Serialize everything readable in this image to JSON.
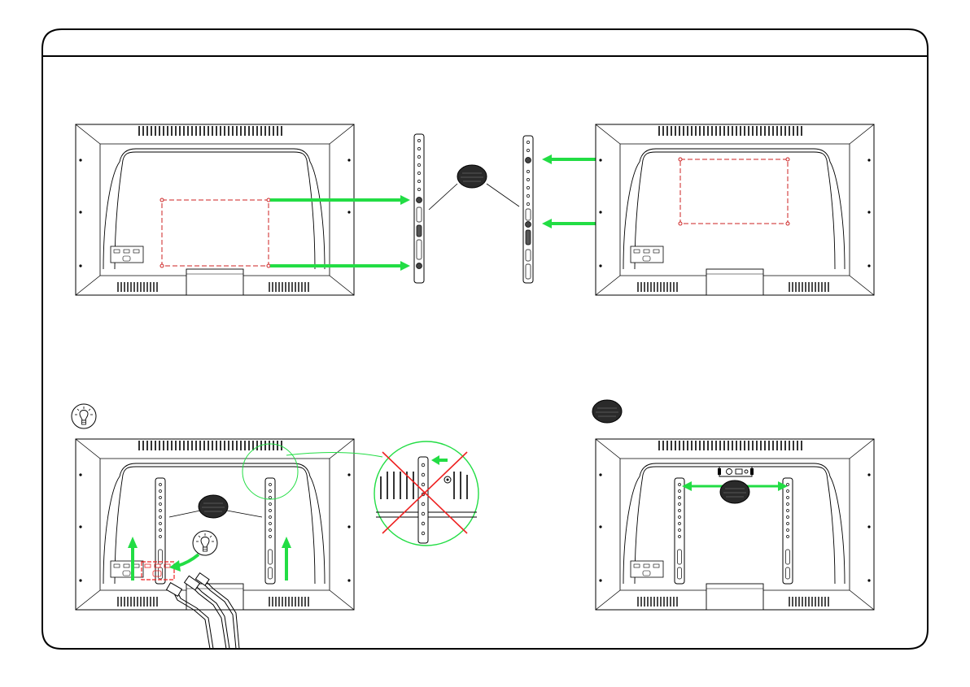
{
  "header": {
    "title": ""
  },
  "steps": [
    {
      "id": "attach-brackets",
      "text": ""
    },
    {
      "id": "cable-clearance",
      "text": ""
    },
    {
      "id": "level-brackets",
      "text": ""
    }
  ],
  "icons": {
    "tip": "lightbulb-icon",
    "washer": "washer-icon",
    "arrow": "green-arrow-icon",
    "not_allowed": "red-x-icon",
    "level": "spirit-level-icon"
  },
  "colors": {
    "frame": "#000000",
    "arrow": "#22dd44",
    "mounting_pattern": "#cc2222",
    "washer": "#2a2a2a",
    "warning": "#ee2222"
  }
}
